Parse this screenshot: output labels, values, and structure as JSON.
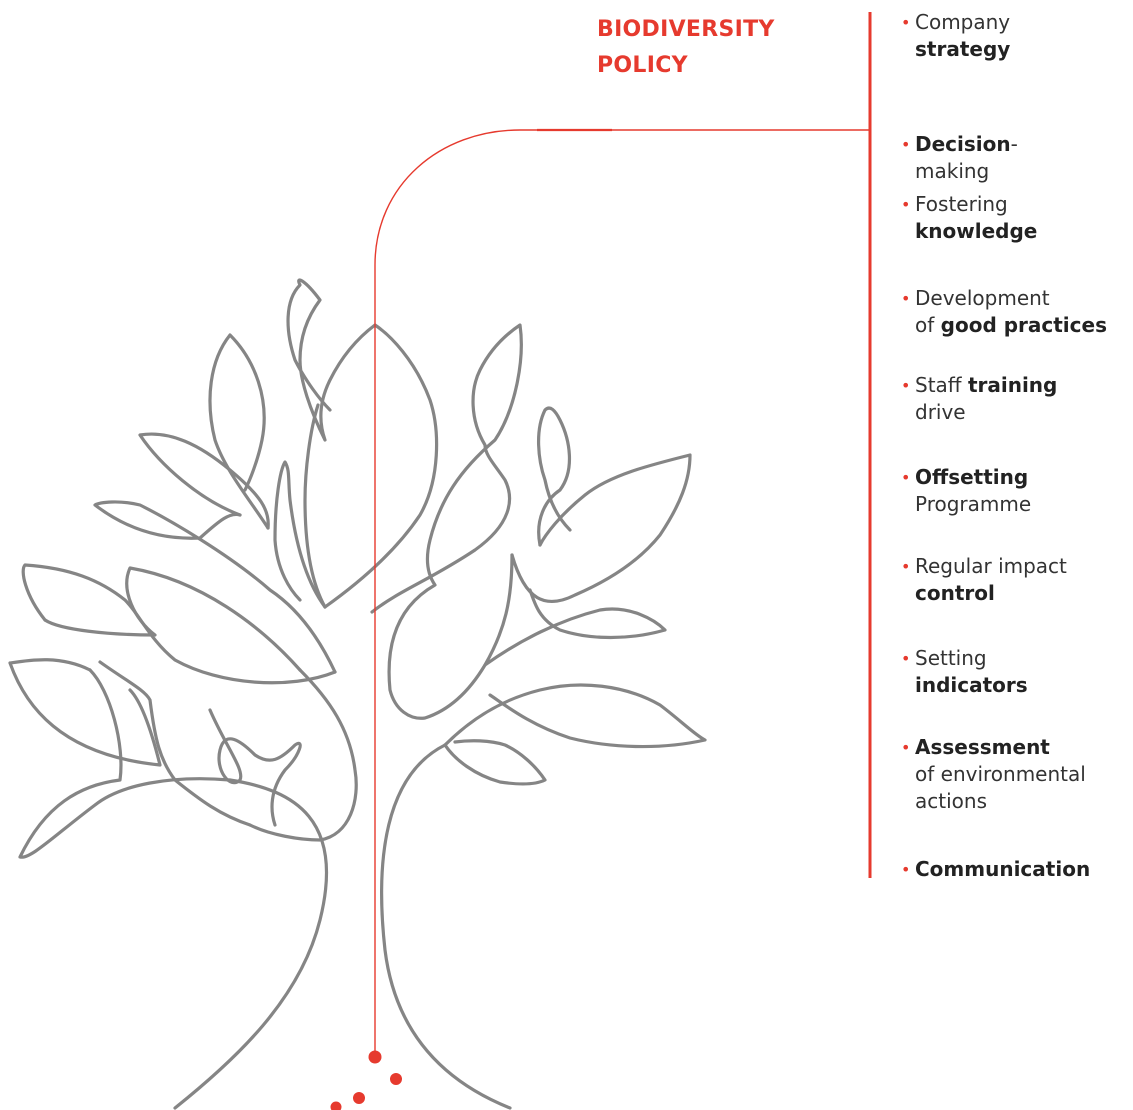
{
  "title": {
    "line1": "BIODIVERSITY",
    "line2": "POLICY"
  },
  "colors": {
    "accent": "#e63a2e",
    "tree_stroke": "#858585",
    "text": "#333333"
  },
  "bullet": "•",
  "items": [
    {
      "line1": [
        {
          "t": "Company",
          "b": false
        }
      ],
      "line2": [
        {
          "t": "strategy",
          "b": true
        }
      ]
    },
    {
      "line1": [
        {
          "t": "Decision",
          "b": true
        },
        {
          "t": "-",
          "b": false
        }
      ],
      "line2": [
        {
          "t": "making",
          "b": false
        }
      ]
    },
    {
      "line1": [
        {
          "t": "Fostering",
          "b": false
        }
      ],
      "line2": [
        {
          "t": "knowledge",
          "b": true
        }
      ]
    },
    {
      "line1": [
        {
          "t": "Development",
          "b": false
        }
      ],
      "line2": [
        {
          "t": "of ",
          "b": false
        },
        {
          "t": "good practices",
          "b": true
        }
      ]
    },
    {
      "line1": [
        {
          "t": "Staff ",
          "b": false
        },
        {
          "t": "training",
          "b": true
        }
      ],
      "line2": [
        {
          "t": "drive",
          "b": false
        }
      ]
    },
    {
      "line1": [
        {
          "t": "Offsetting",
          "b": true
        }
      ],
      "line2": [
        {
          "t": "Programme",
          "b": false
        }
      ]
    },
    {
      "line1": [
        {
          "t": "Regular impact",
          "b": false
        }
      ],
      "line2": [
        {
          "t": "control",
          "b": true
        }
      ]
    },
    {
      "line1": [
        {
          "t": "Setting",
          "b": false
        }
      ],
      "line2": [
        {
          "t": "indicators",
          "b": true
        }
      ]
    },
    {
      "line1": [
        {
          "t": "Assessment",
          "b": true
        }
      ],
      "line2": [
        {
          "t": "of environmental",
          "b": false
        }
      ],
      "line3": [
        {
          "t": "actions",
          "b": false
        }
      ]
    },
    {
      "line1": [
        {
          "t": "Communication",
          "b": true
        }
      ]
    }
  ]
}
